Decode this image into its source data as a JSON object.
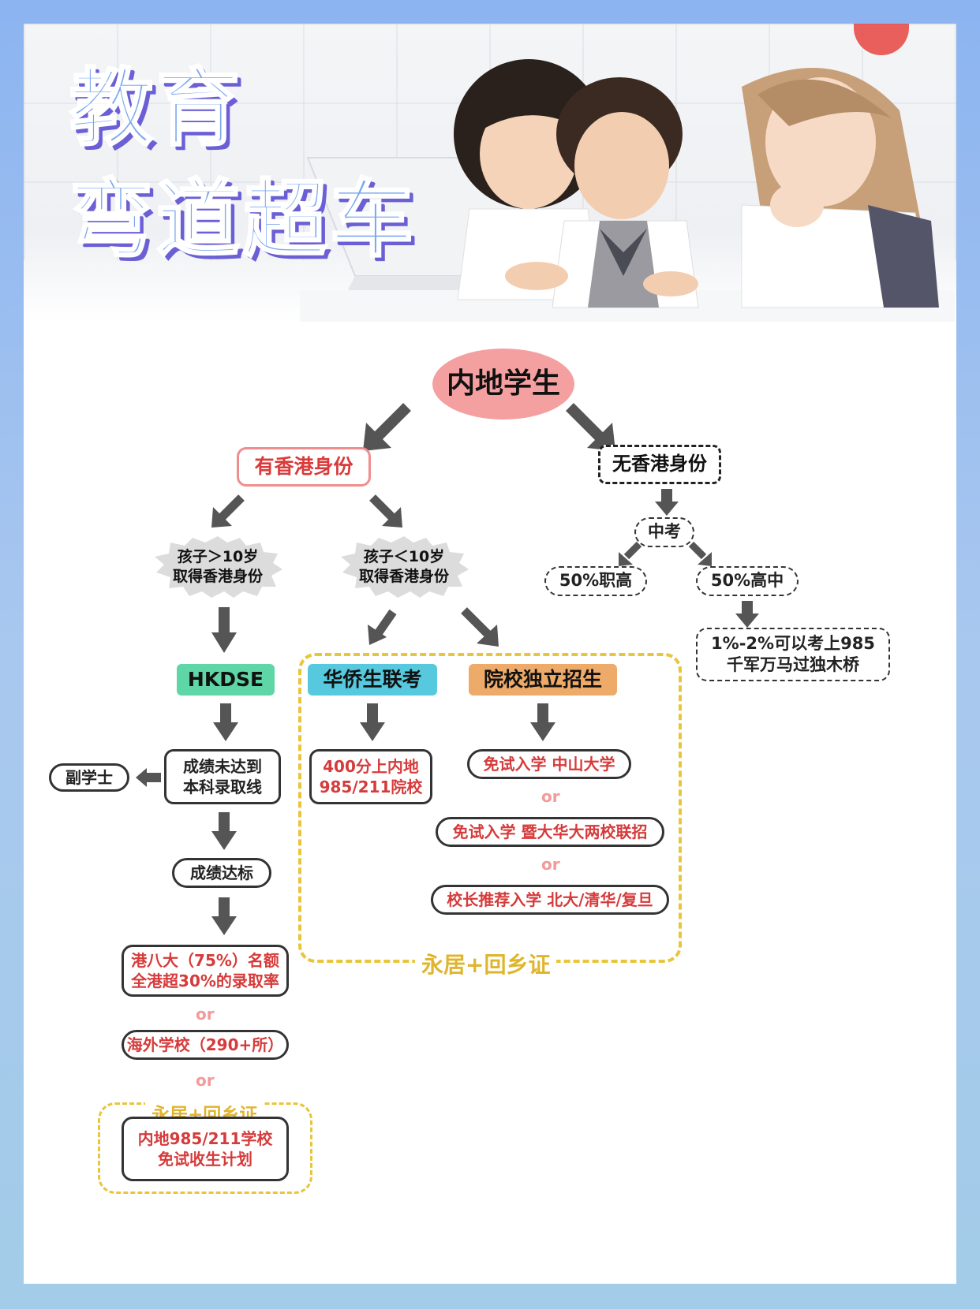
{
  "hero": {
    "title_line1": "教育",
    "title_line2": "弯道超车"
  },
  "flow": {
    "root": "内地学生",
    "has_hk": "有香港身份",
    "no_hk": "无香港身份",
    "older": [
      "孩子＞10岁",
      "取得香港身份"
    ],
    "younger": [
      "孩子＜10岁",
      "取得香港身份"
    ],
    "hkdse": "HKDSE",
    "hkdse_fail": [
      "成绩未达到",
      "本科录取线"
    ],
    "associate": "副学士",
    "hkdse_pass": "成绩达标",
    "hk8": [
      "港八大（75%）名额",
      "全港超30%的录取率"
    ],
    "or": "or",
    "overseas": "海外学校（290+所）",
    "permanent_label": "永居+回乡证",
    "mainland985": [
      "内地985/211学校",
      "免试收生计划"
    ],
    "overseas_chinese_exam": "华侨生联考",
    "independent": "院校独立招生",
    "score400": [
      "400分上内地",
      "985/211院校"
    ],
    "exempt1": "免试入学  中山大学",
    "exempt2": "免试入学  暨大华大两校联招",
    "principal": "校长推荐入学  北大/清华/复旦",
    "zhongkao": "中考",
    "vocational": "50%职高",
    "highschool": "50%高中",
    "gaokao": [
      "1%-2%可以考上985",
      "千军万马过独木桥"
    ]
  },
  "colors": {
    "root_fill": "#f4a0a0",
    "has_hk_border": "#f08d8d",
    "has_hk_text": "#d93b3b",
    "hkdse_fill": "#5ed6a6",
    "exam_fill": "#56c9de",
    "independent_fill": "#eeaa68",
    "yellow": "#e8c53a",
    "arrow": "#555555"
  }
}
